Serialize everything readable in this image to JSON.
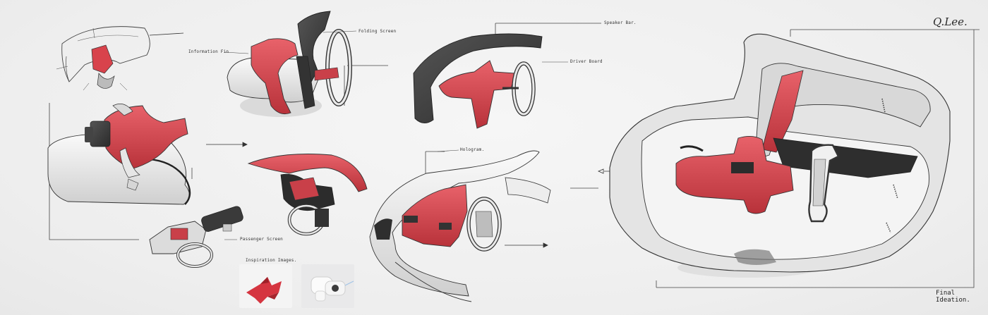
{
  "signature": "Q.Lee.",
  "labels": {
    "information_fin": "Information Fin",
    "folding_screen": "Folding Screen",
    "speaker_bar": "Speaker Bar.",
    "driver_board": "Driver Board",
    "hologram": "Hologram.",
    "passenger_screen": "Passenger Screen",
    "inspiration_images": "Inspiration Images."
  },
  "caption": "Final Ideation.",
  "colors": {
    "accent_red": "#d8434c",
    "dark_grey": "#3c3c3c",
    "paper": "#f1f1f1"
  }
}
